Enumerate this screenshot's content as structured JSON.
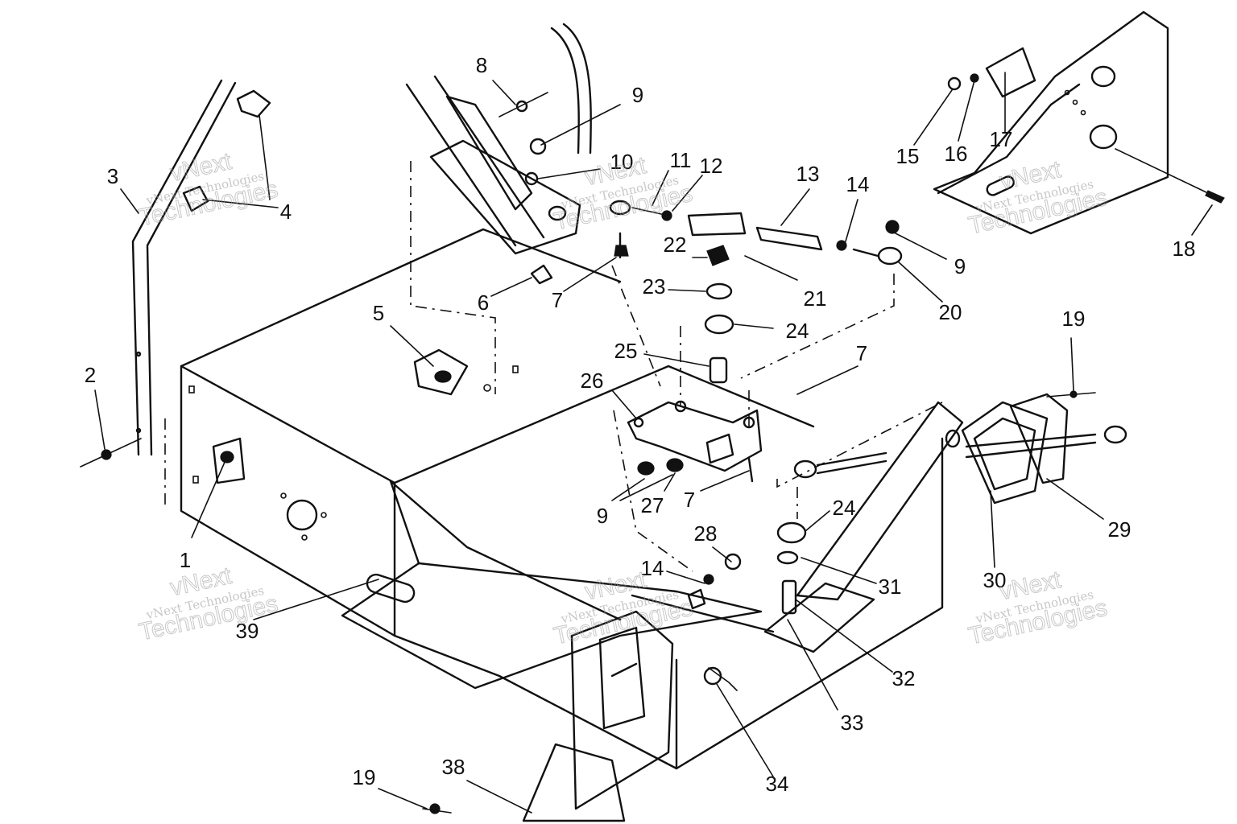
{
  "diagram": {
    "callouts": [
      {
        "id": "c1",
        "label": "1"
      },
      {
        "id": "c2",
        "label": "2"
      },
      {
        "id": "c3",
        "label": "3"
      },
      {
        "id": "c4",
        "label": "4"
      },
      {
        "id": "c5",
        "label": "5"
      },
      {
        "id": "c6",
        "label": "6"
      },
      {
        "id": "c7a",
        "label": "7"
      },
      {
        "id": "c7b",
        "label": "7"
      },
      {
        "id": "c7c",
        "label": "7"
      },
      {
        "id": "c8",
        "label": "8"
      },
      {
        "id": "c9a",
        "label": "9"
      },
      {
        "id": "c9b",
        "label": "9"
      },
      {
        "id": "c9c",
        "label": "9"
      },
      {
        "id": "c10",
        "label": "10"
      },
      {
        "id": "c11",
        "label": "11"
      },
      {
        "id": "c12",
        "label": "12"
      },
      {
        "id": "c13",
        "label": "13"
      },
      {
        "id": "c14a",
        "label": "14"
      },
      {
        "id": "c14b",
        "label": "14"
      },
      {
        "id": "c15",
        "label": "15"
      },
      {
        "id": "c16",
        "label": "16"
      },
      {
        "id": "c17",
        "label": "17"
      },
      {
        "id": "c18",
        "label": "18"
      },
      {
        "id": "c19a",
        "label": "19"
      },
      {
        "id": "c19b",
        "label": "19"
      },
      {
        "id": "c20",
        "label": "20"
      },
      {
        "id": "c21",
        "label": "21"
      },
      {
        "id": "c22",
        "label": "22"
      },
      {
        "id": "c23",
        "label": "23"
      },
      {
        "id": "c24a",
        "label": "24"
      },
      {
        "id": "c24b",
        "label": "24"
      },
      {
        "id": "c25",
        "label": "25"
      },
      {
        "id": "c26",
        "label": "26"
      },
      {
        "id": "c27",
        "label": "27"
      },
      {
        "id": "c28",
        "label": "28"
      },
      {
        "id": "c29",
        "label": "29"
      },
      {
        "id": "c30",
        "label": "30"
      },
      {
        "id": "c31",
        "label": "31"
      },
      {
        "id": "c32",
        "label": "32"
      },
      {
        "id": "c33",
        "label": "33"
      },
      {
        "id": "c34",
        "label": "34"
      },
      {
        "id": "c38",
        "label": "38"
      },
      {
        "id": "c39",
        "label": "39"
      }
    ]
  },
  "watermark": {
    "brand_line1": "vNext",
    "brand_line2": "Technologies",
    "small": "vNext Technologies"
  },
  "colors": {
    "ink": "#111111",
    "paper": "#ffffff",
    "watermark": "#9a9a9a"
  }
}
